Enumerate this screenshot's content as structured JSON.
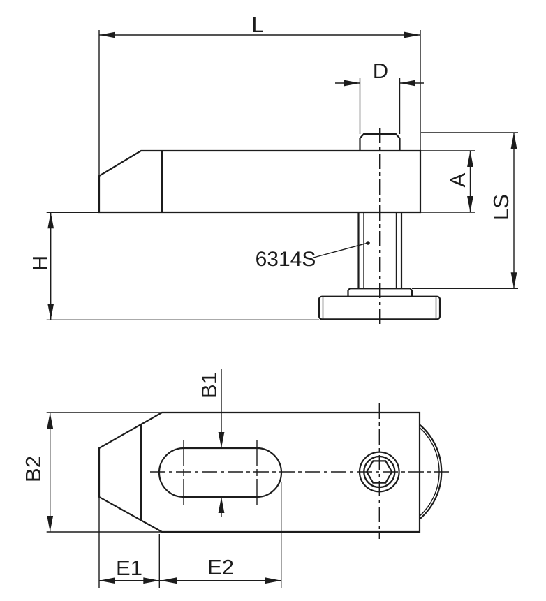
{
  "drawing": {
    "part_label": "6314S",
    "dimensions": {
      "overall_length": "L",
      "screw_diameter": "D",
      "clamp_thickness": "A",
      "screw_length": "LS",
      "clamping_height": "H",
      "slot_width": "B1",
      "body_width": "B2",
      "tip_to_slot": "E1",
      "slot_length": "E2"
    },
    "colors": {
      "line": "#1c1c1c",
      "background": "#ffffff"
    }
  }
}
